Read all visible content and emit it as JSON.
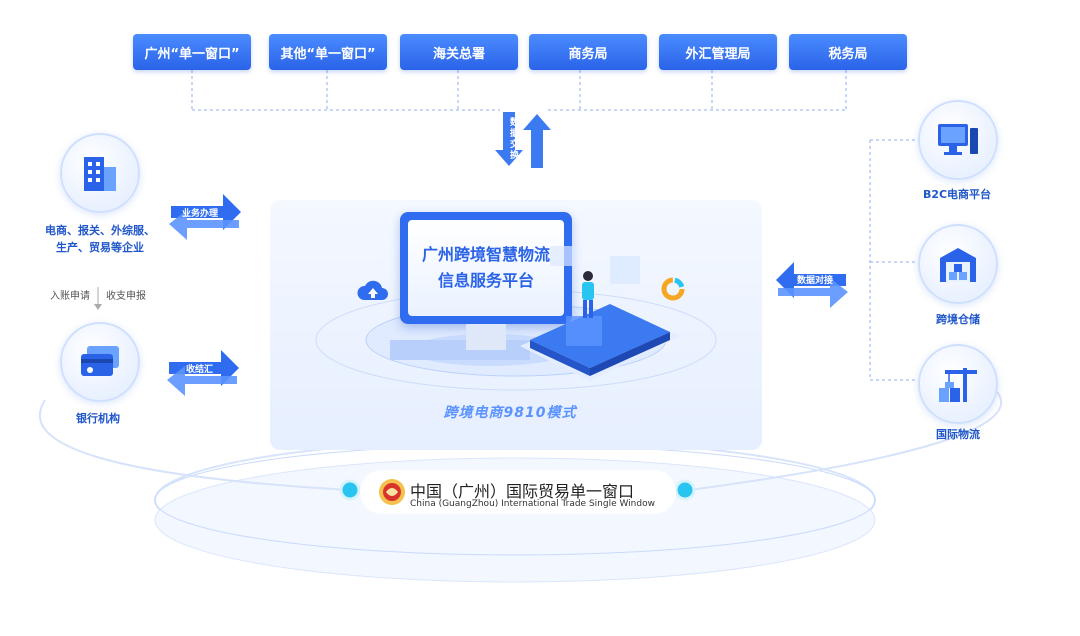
{
  "top_boxes": [
    {
      "label": "广州“单一窗口”"
    },
    {
      "label": "其他“单一窗口”"
    },
    {
      "label": "海关总署"
    },
    {
      "label": "商务局"
    },
    {
      "label": "外汇管理局"
    },
    {
      "label": "税务局"
    }
  ],
  "arrows": {
    "data_exchange": "数据交换",
    "business": "业务办理",
    "settlement": "收结汇",
    "data_docking": "数据对接"
  },
  "left": {
    "enterprise_label_line1": "电商、报关、外综服、",
    "enterprise_label_line2": "生产、贸易等企业",
    "flow_left": "入账申请",
    "flow_right": "收支申报",
    "bank_label": "银行机构"
  },
  "right": {
    "b2c": "B2C电商平台",
    "warehouse": "跨境仓储",
    "logistics": "国际物流"
  },
  "center": {
    "platform_line1": "广州跨境智慧物流",
    "platform_line2": "信息服务平台",
    "mode": "跨境电商9810模式"
  },
  "footer": {
    "title": "中国（广州）国际贸易单一窗口",
    "subtitle": "China (GuangZhou) International Trade Single Window"
  },
  "colors": {
    "primary": "#2a63e8",
    "accent": "#1f56c9",
    "cyan": "#29c4f0",
    "orange": "#f5a623"
  },
  "icons": [
    "building-icon",
    "bank-card-icon",
    "computer-icon",
    "warehouse-icon",
    "crane-icon",
    "cloud-upload-icon",
    "person-icon",
    "emblem-logo"
  ]
}
